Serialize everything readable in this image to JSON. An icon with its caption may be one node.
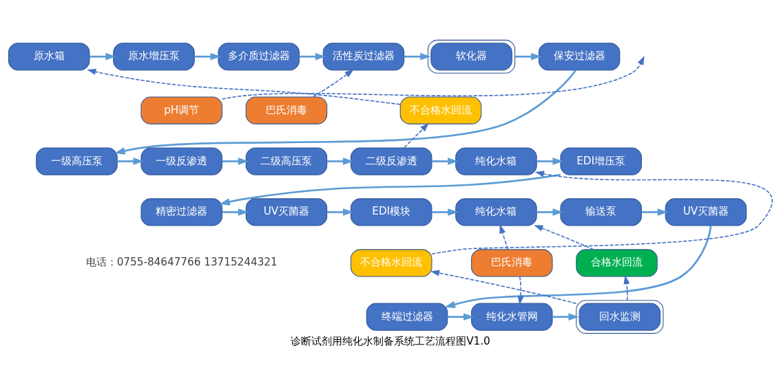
{
  "diagram": {
    "title": "诊断试剂用纯化水制备系统工艺流程图V1.0",
    "nodes": [
      {
        "text": [
          "原水箱"
        ]
      },
      {
        "text": [
          "原水增压泵"
        ]
      },
      {
        "text": [
          "多介质过滤器"
        ]
      },
      {
        "text": [
          "活性炭过滤器"
        ]
      },
      {
        "text": [
          "软化器"
        ]
      },
      {
        "text": [
          "保安过滤器"
        ]
      },
      {
        "text": [
          "不合格水回流"
        ]
      },
      {
        "text": [
          "巴氏消毒"
        ]
      },
      {
        "text": [
          "pH调节"
        ]
      },
      {
        "text": [
          "EDI增压泵"
        ]
      },
      {
        "text": [
          "纯化水箱"
        ]
      },
      {
        "text": [
          "二级反渗透"
        ]
      },
      {
        "text": [
          "二级高压泵"
        ]
      },
      {
        "text": [
          "一级反渗透"
        ]
      },
      {
        "text": [
          "一级高压泵"
        ]
      },
      {
        "text": [
          "精密过滤器"
        ]
      },
      {
        "text": [
          "UV灭菌器"
        ]
      },
      {
        "text": [
          "EDI模块"
        ]
      },
      {
        "text": [
          "纯化水箱"
        ]
      },
      {
        "text": [
          "输送泵"
        ]
      },
      {
        "text": [
          "UV灭菌器"
        ]
      },
      {
        "text": [
          "不合格水回流"
        ]
      },
      {
        "text": [
          "合格水回流"
        ]
      },
      {
        "text": [
          "巴氏消毒"
        ]
      },
      {
        "text": [
          "回水监测"
        ]
      },
      {
        "text": [
          "纯化水管网"
        ]
      },
      {
        "text": [
          "终端过滤器"
        ]
      }
    ],
    "edges": [
      {
        "from": 0,
        "to": 1,
        "arrow": "to"
      },
      {
        "from": 1,
        "to": 2,
        "arrow": "to"
      },
      {
        "from": 2,
        "to": 3,
        "arrow": "to"
      },
      {
        "from": 3,
        "to": 4,
        "arrow": "to"
      },
      {
        "from": 4,
        "to": 5,
        "arrow": "to"
      },
      {
        "from": 5,
        "to": 14,
        "arrow": "to"
      },
      {
        "from": 14,
        "to": 13,
        "arrow": "to"
      },
      {
        "from": 13,
        "to": 12,
        "arrow": "to"
      },
      {
        "from": 12,
        "to": 11,
        "arrow": "to"
      },
      {
        "from": 11,
        "to": 10,
        "arrow": "to"
      },
      {
        "from": 10,
        "to": 9,
        "arrow": "to"
      },
      {
        "from": 9,
        "to": 15,
        "arrow": "to"
      },
      {
        "from": 15,
        "to": 16,
        "arrow": "to"
      },
      {
        "from": 16,
        "to": 17,
        "arrow": "to"
      },
      {
        "from": 17,
        "to": 18,
        "arrow": "to"
      },
      {
        "from": 18,
        "to": 19,
        "arrow": "to"
      },
      {
        "from": 19,
        "to": 20,
        "arrow": "to"
      },
      {
        "from": 20,
        "to": 26,
        "arrow": "to"
      },
      {
        "from": 26,
        "to": 25,
        "arrow": "to"
      },
      {
        "from": 25,
        "to": 24,
        "arrow": "to"
      },
      {
        "from": 7,
        "to": 3,
        "arrow": "to",
        "style": "dashed",
        "color": "#4472c4"
      },
      {
        "from": 8,
        "to": null,
        "arrow": "to",
        "style": "dashed",
        "color": "#4472c4"
      },
      {
        "from": 11,
        "to": 6,
        "arrow": "to",
        "style": "dashed",
        "color": "#4472c4"
      },
      {
        "from": 6,
        "to": 0,
        "arrow": "to",
        "style": "dashed",
        "color": "#4472c4"
      },
      {
        "from": 21,
        "to": 10,
        "arrow": "to",
        "style": "dashed",
        "color": "#4472c4"
      },
      {
        "from": 24,
        "to": 21,
        "arrow": "to",
        "style": "dashed",
        "color": "#4472c4"
      },
      {
        "from": 24,
        "to": 22,
        "arrow": "to",
        "style": "dashed",
        "color": "#4472c4"
      },
      {
        "from": 22,
        "to": 18,
        "arrow": "to",
        "style": "dashed",
        "color": "#4472c4"
      },
      {
        "from": 23,
        "to": 18,
        "arrow": "to",
        "style": "dashed",
        "color": "#4472c4"
      },
      {
        "from": 23,
        "to": 25,
        "arrow": "to",
        "style": "dashed",
        "color": "#4472c4"
      }
    ],
    "labels": [
      "电话：0755-84647766 13715244321"
    ]
  }
}
